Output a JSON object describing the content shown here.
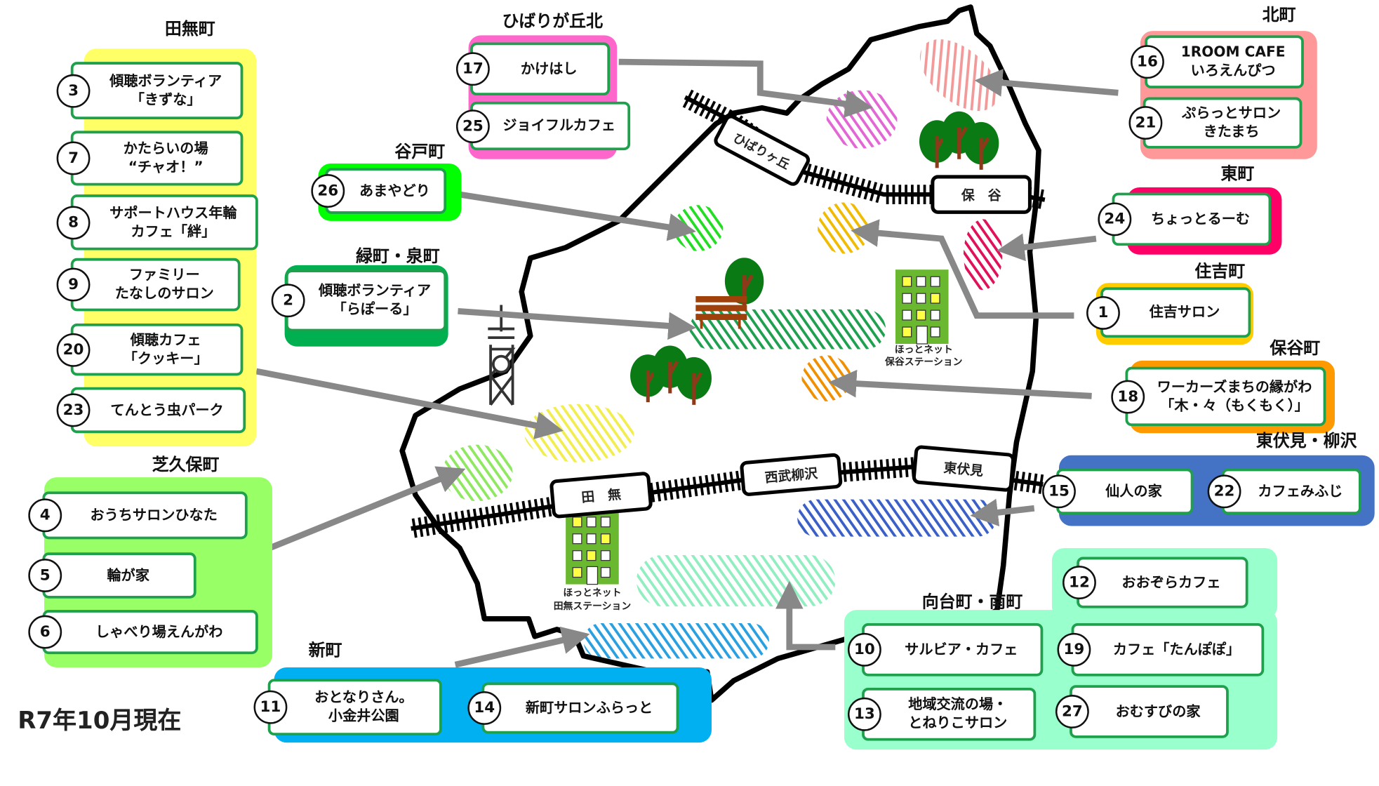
{
  "as_of": "R7年10月現在",
  "stations": {
    "hibarigaoka": "ひばりヶ丘",
    "hoya": "保　谷",
    "tanashi": "田　無",
    "seibu_yagisawa": "西武柳沢",
    "higashifushimi": "東伏見"
  },
  "facilities": {
    "hoya_station_line1": "ほっとネット",
    "hoya_station_line2": "保谷ステーション",
    "tanashi_station_line1": "ほっとネット",
    "tanashi_station_line2": "田無ステーション"
  },
  "groups": [
    {
      "id": "tanashi",
      "label": "田無町",
      "color": "#ffff66",
      "area_color": "#f2ee50",
      "cards": [
        {
          "num": "3",
          "name": "傾聴ボランティア\n「きずな」"
        },
        {
          "num": "7",
          "name": "かたらいの場\n“チャオ！”"
        },
        {
          "num": "8",
          "name": "サポートハウス年輪\nカフェ「絆」"
        },
        {
          "num": "9",
          "name": "ファミリー\nたなしのサロン"
        },
        {
          "num": "20",
          "name": "傾聴カフェ\n「クッキー」"
        },
        {
          "num": "23",
          "name": "てんとう虫パーク"
        }
      ]
    },
    {
      "id": "shikubo",
      "label": "芝久保町",
      "color": "#99ff66",
      "area_color": "#8ee860",
      "cards": [
        {
          "num": "4",
          "name": "おうちサロンひなた"
        },
        {
          "num": "5",
          "name": "輪が家"
        },
        {
          "num": "6",
          "name": "しゃべり場えんがわ"
        }
      ]
    },
    {
      "id": "shinmachi",
      "label": "新町",
      "color": "#00b0f0",
      "area_color": "#2aa0e0",
      "cards": [
        {
          "num": "11",
          "name": "おとなりさん。\n小金井公園"
        },
        {
          "num": "14",
          "name": "新町サロンふらっと"
        }
      ]
    },
    {
      "id": "hibarigaoka_kita",
      "label": "ひばりが丘北",
      "color": "#ff66cc",
      "area_color": "#e266d4",
      "cards": [
        {
          "num": "17",
          "name": "かけはし"
        },
        {
          "num": "25",
          "name": "ジョイフルカフェ"
        }
      ]
    },
    {
      "id": "yato",
      "label": "谷戸町",
      "color": "#00ff00",
      "area_color": "#22dd22",
      "cards": [
        {
          "num": "26",
          "name": "あまやどり"
        }
      ]
    },
    {
      "id": "midori_izumi",
      "label": "緑町・泉町",
      "color": "#00b050",
      "area_color": "#1ea050",
      "cards": [
        {
          "num": "2",
          "name": "傾聴ボランティア\n「らぽーる」"
        }
      ]
    },
    {
      "id": "kitamachi",
      "label": "北町",
      "color": "#ff9999",
      "area_color": "#f29a9a",
      "cards": [
        {
          "num": "16",
          "name": "1ROOM CAFE\nいろえんぴつ"
        },
        {
          "num": "21",
          "name": "ぷらっとサロン\nきたまち"
        }
      ]
    },
    {
      "id": "higashimachi",
      "label": "東町",
      "color": "#ff0066",
      "area_color": "#e0105a",
      "cards": [
        {
          "num": "24",
          "name": "ちょっとるーむ"
        }
      ]
    },
    {
      "id": "sumiyoshi",
      "label": "住吉町",
      "color": "#ffcc00",
      "area_color": "#f0bb00",
      "cards": [
        {
          "num": "1",
          "name": "住吉サロン"
        }
      ]
    },
    {
      "id": "hoya",
      "label": "保谷町",
      "color": "#ff9900",
      "area_color": "#f09000",
      "cards": [
        {
          "num": "18",
          "name": "ワーカーズまちの縁がわ\n「木・々（もくもく）」"
        }
      ]
    },
    {
      "id": "higashifushimi_yagisawa",
      "label": "東伏見・柳沢",
      "color": "#4472c4",
      "area_color": "#3a60c8",
      "cards": [
        {
          "num": "15",
          "name": "仙人の家"
        },
        {
          "num": "22",
          "name": "カフェみふじ"
        }
      ]
    },
    {
      "id": "mukodai_minami",
      "label": "向台町・南町",
      "color": "#99ffcc",
      "area_color": "#90eec0",
      "cards": [
        {
          "num": "12",
          "name": "おおぞらカフェ"
        },
        {
          "num": "10",
          "name": "サルビア・カフェ"
        },
        {
          "num": "19",
          "name": "カフェ「たんぽぽ」"
        },
        {
          "num": "13",
          "name": "地域交流の場・\nとねりこサロン"
        },
        {
          "num": "27",
          "name": "おむすびの家"
        }
      ]
    }
  ]
}
